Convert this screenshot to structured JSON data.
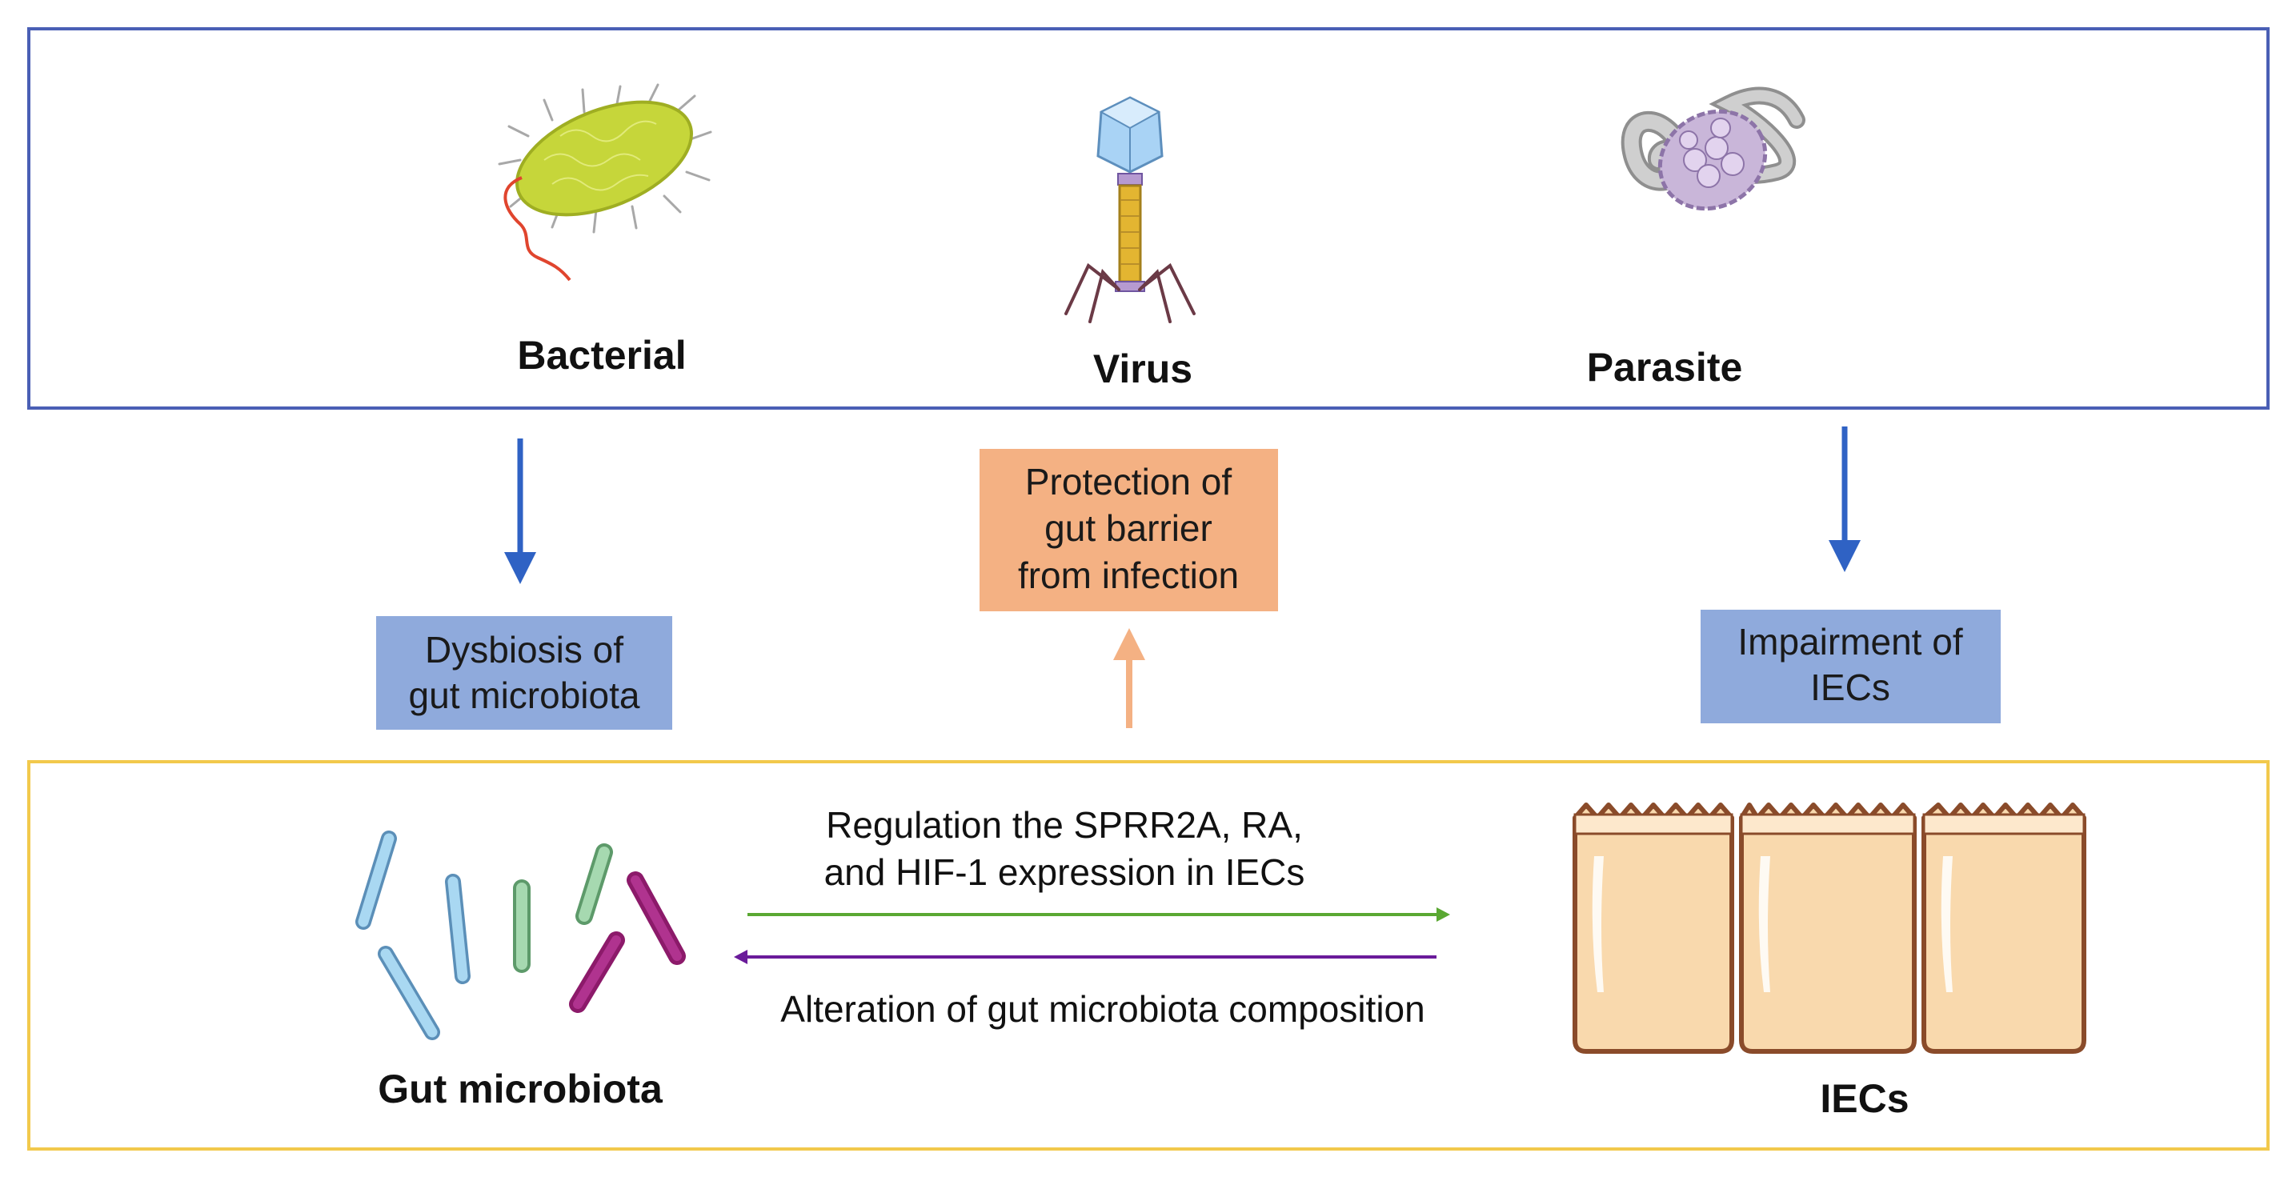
{
  "pathogens": {
    "bacterial": "Bacterial",
    "virus": "Virus",
    "parasite": "Parasite"
  },
  "effects": {
    "dysbiosis": [
      "Dysbiosis of",
      "gut microbiota"
    ],
    "protection": [
      "Protection of",
      "gut barrier",
      "from infection"
    ],
    "impairment": [
      "Impairment of",
      "IECs"
    ]
  },
  "bottom": {
    "gut_microbiota": "Gut microbiota",
    "iecs": "IECs",
    "forward_arrow": [
      "Regulation the SPRR2A, RA,",
      "and HIF-1 expression in IECs"
    ],
    "backward_arrow": "Alteration of gut microbiota composition"
  },
  "colors": {
    "top_frame": "#4a5fb5",
    "bottom_frame": "#f2c94c",
    "blue_arrow": "#2f62c4",
    "blue_box": "#8faadc",
    "orange_box": "#f4b183",
    "orange_arrow": "#f4b183",
    "green_arrow": "#5aa832",
    "purple_arrow": "#6a1b9a"
  }
}
